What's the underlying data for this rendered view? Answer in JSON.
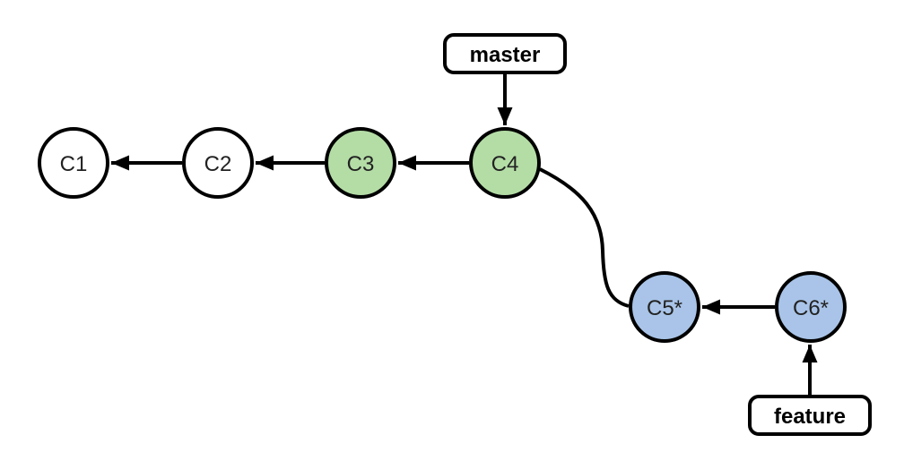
{
  "diagram": {
    "kind": "git-commit-graph"
  },
  "nodes": [
    {
      "id": "c1",
      "label": "C1",
      "branch": "plain"
    },
    {
      "id": "c2",
      "label": "C2",
      "branch": "plain"
    },
    {
      "id": "c3",
      "label": "C3",
      "branch": "master"
    },
    {
      "id": "c4",
      "label": "C4",
      "branch": "master"
    },
    {
      "id": "c5",
      "label": "C5*",
      "branch": "feature"
    },
    {
      "id": "c6",
      "label": "C6*",
      "branch": "feature"
    }
  ],
  "branch_labels": {
    "master": "master",
    "feature": "feature"
  },
  "edges": [
    {
      "from": "C2",
      "to": "C1",
      "style": "arrow"
    },
    {
      "from": "C3",
      "to": "C2",
      "style": "arrow"
    },
    {
      "from": "C4",
      "to": "C3",
      "style": "arrow"
    },
    {
      "from": "C6*",
      "to": "C5*",
      "style": "arrow"
    },
    {
      "from": "C4",
      "to": "C5*",
      "style": "curve"
    },
    {
      "from": "master-label",
      "to": "C4",
      "style": "arrow"
    },
    {
      "from": "feature-label",
      "to": "C6*",
      "style": "arrow"
    }
  ],
  "colors": {
    "plain_commit_fill": "#ffffff",
    "master_commit_fill": "#b4dda6",
    "feature_commit_fill": "#a9c4e8",
    "stroke": "#000000",
    "background": "#ffffff"
  }
}
